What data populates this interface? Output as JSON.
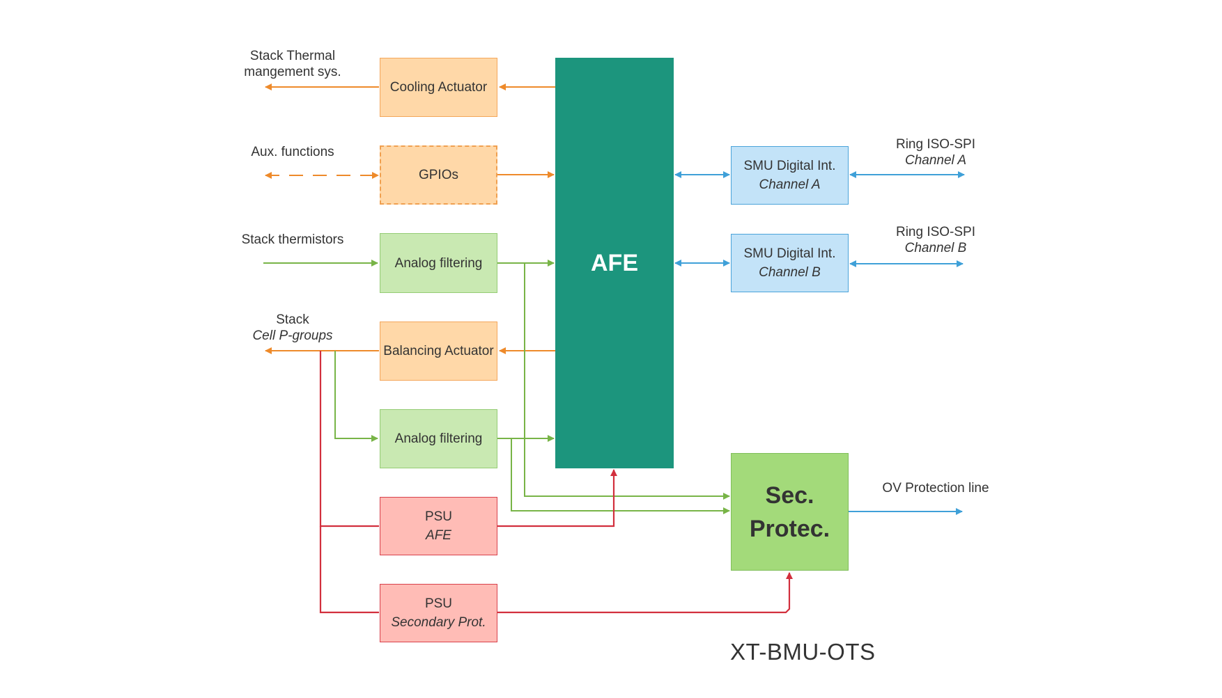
{
  "blocks": {
    "cooling_actuator": "Cooling Actuator",
    "gpios": "GPIOs",
    "analog_filtering_1": "Analog filtering",
    "balancing_actuator": "Balancing Actuator",
    "analog_filtering_2": "Analog filtering",
    "psu_afe": {
      "line1": "PSU",
      "line2": "AFE"
    },
    "psu_secondary": {
      "line1": "PSU",
      "line2": "Secondary Prot."
    },
    "afe": "AFE",
    "smu_a": {
      "line1": "SMU Digital Int.",
      "line2": "Channel A"
    },
    "smu_b": {
      "line1": "SMU Digital Int.",
      "line2": "Channel B"
    },
    "sec_protec": {
      "line1": "Sec.",
      "line2": "Protec."
    }
  },
  "external": {
    "stack_thermal": {
      "line1": "Stack Thermal",
      "line2": "mangement sys."
    },
    "aux_functions": "Aux. functions",
    "stack_thermistors": "Stack thermistors",
    "stack_cells": {
      "line1": "Stack",
      "line2": "Cell P-groups"
    },
    "ring_a": {
      "line1": "Ring ISO-SPI",
      "line2": "Channel A"
    },
    "ring_b": {
      "line1": "Ring ISO-SPI",
      "line2": "Channel B"
    },
    "ov_line": "OV Protection line"
  },
  "caption": "XT-BMU-OTS",
  "colors": {
    "afe": "#1c957d",
    "orange_line": "#ee8a2a",
    "green_line": "#78b447",
    "red_line": "#d22f3d",
    "blue_line": "#3fa0d8"
  }
}
